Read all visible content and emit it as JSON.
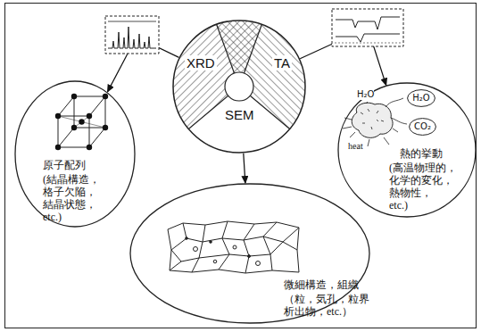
{
  "diagram": {
    "nodes": [
      {
        "text": [
          "XRD",
          "TA",
          "SEM"
        ]
      },
      {
        "text": [
          "原子配列",
          "(結晶構造， 格子欠陥， 結晶状態， etc.)"
        ]
      },
      {
        "text": [
          "熱的挙動",
          "(高温物理的， 化学的変化， 熱物性， etc.)"
        ]
      },
      {
        "text": [
          "H₂O"
        ],
        "in": 2
      },
      {
        "text": [
          "CO₂"
        ],
        "in": 2
      },
      {
        "text": [
          "微細構造，組織",
          "（粒，気孔，粒界 析出物，etc.）"
        ]
      }
    ],
    "edges": [
      {
        "from": 0,
        "to": 1,
        "arrow": "to"
      },
      {
        "from": 0,
        "to": 2,
        "arrow": "to"
      },
      {
        "from": 0,
        "to": 5,
        "arrow": "to"
      }
    ],
    "labels": [
      "H₂O",
      "heat"
    ]
  }
}
